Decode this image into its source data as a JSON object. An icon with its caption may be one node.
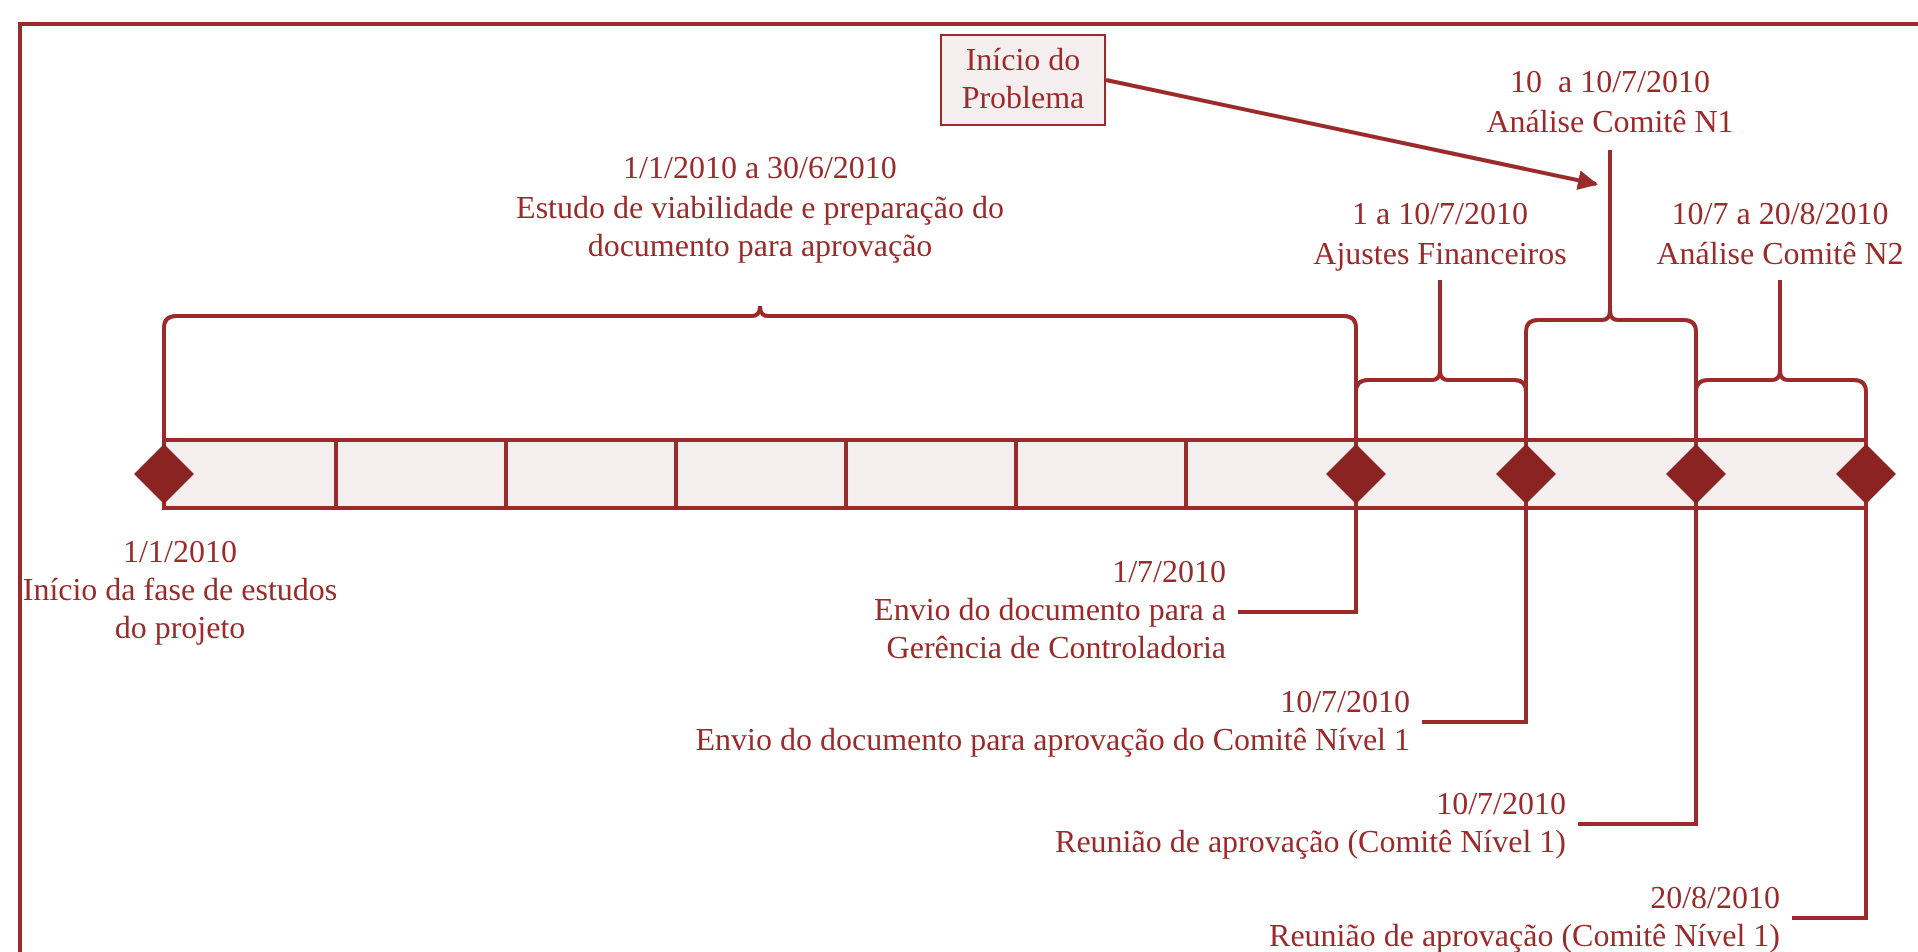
{
  "diagram": {
    "nodes": [
      {
        "text": [
          "Início do Problema"
        ]
      },
      {
        "text": [],
        "shape": "diamond",
        "beside": [
          "1/1/2010",
          "Início da fase de estudos do projeto"
        ]
      },
      {
        "text": [],
        "shape": "diamond"
      },
      {
        "text": [],
        "shape": "diamond"
      },
      {
        "text": [],
        "shape": "diamond"
      },
      {
        "text": [],
        "shape": "diamond"
      },
      {
        "text": [
          "1/7/2010",
          "Envio do documento para a Gerência de Controladoria"
        ]
      },
      {
        "text": [
          "10/7/2010",
          "Envio do documento para aprovação do Comitê Nível 1"
        ]
      },
      {
        "text": [
          "10/7/2010",
          "Reunião de aprovação (Comitê Nível 1)"
        ]
      },
      {
        "text": [
          "20/8/2010",
          "Reunião de aprovação (Comitê Nível 1)"
        ]
      }
    ],
    "edges": [
      {
        "from": 0,
        "to": null,
        "arrow": "to"
      },
      {
        "from": 6,
        "to": 2,
        "arrow": "none"
      },
      {
        "from": 7,
        "to": 3,
        "arrow": "none"
      },
      {
        "from": 8,
        "to": 4,
        "arrow": "none"
      },
      {
        "from": 9,
        "to": 5,
        "arrow": "none"
      }
    ],
    "labels": [
      "1/1/2010 a 30/6/2010",
      "Estudo de viabilidade e preparação do documento para aprovação",
      "1 a 10/7/2010",
      "Ajustes Financeiros",
      "10  a 10/7/2010",
      "Análise Comitê N1",
      "10/7 a 20/8/2010",
      "Análise Comitê N2"
    ]
  }
}
